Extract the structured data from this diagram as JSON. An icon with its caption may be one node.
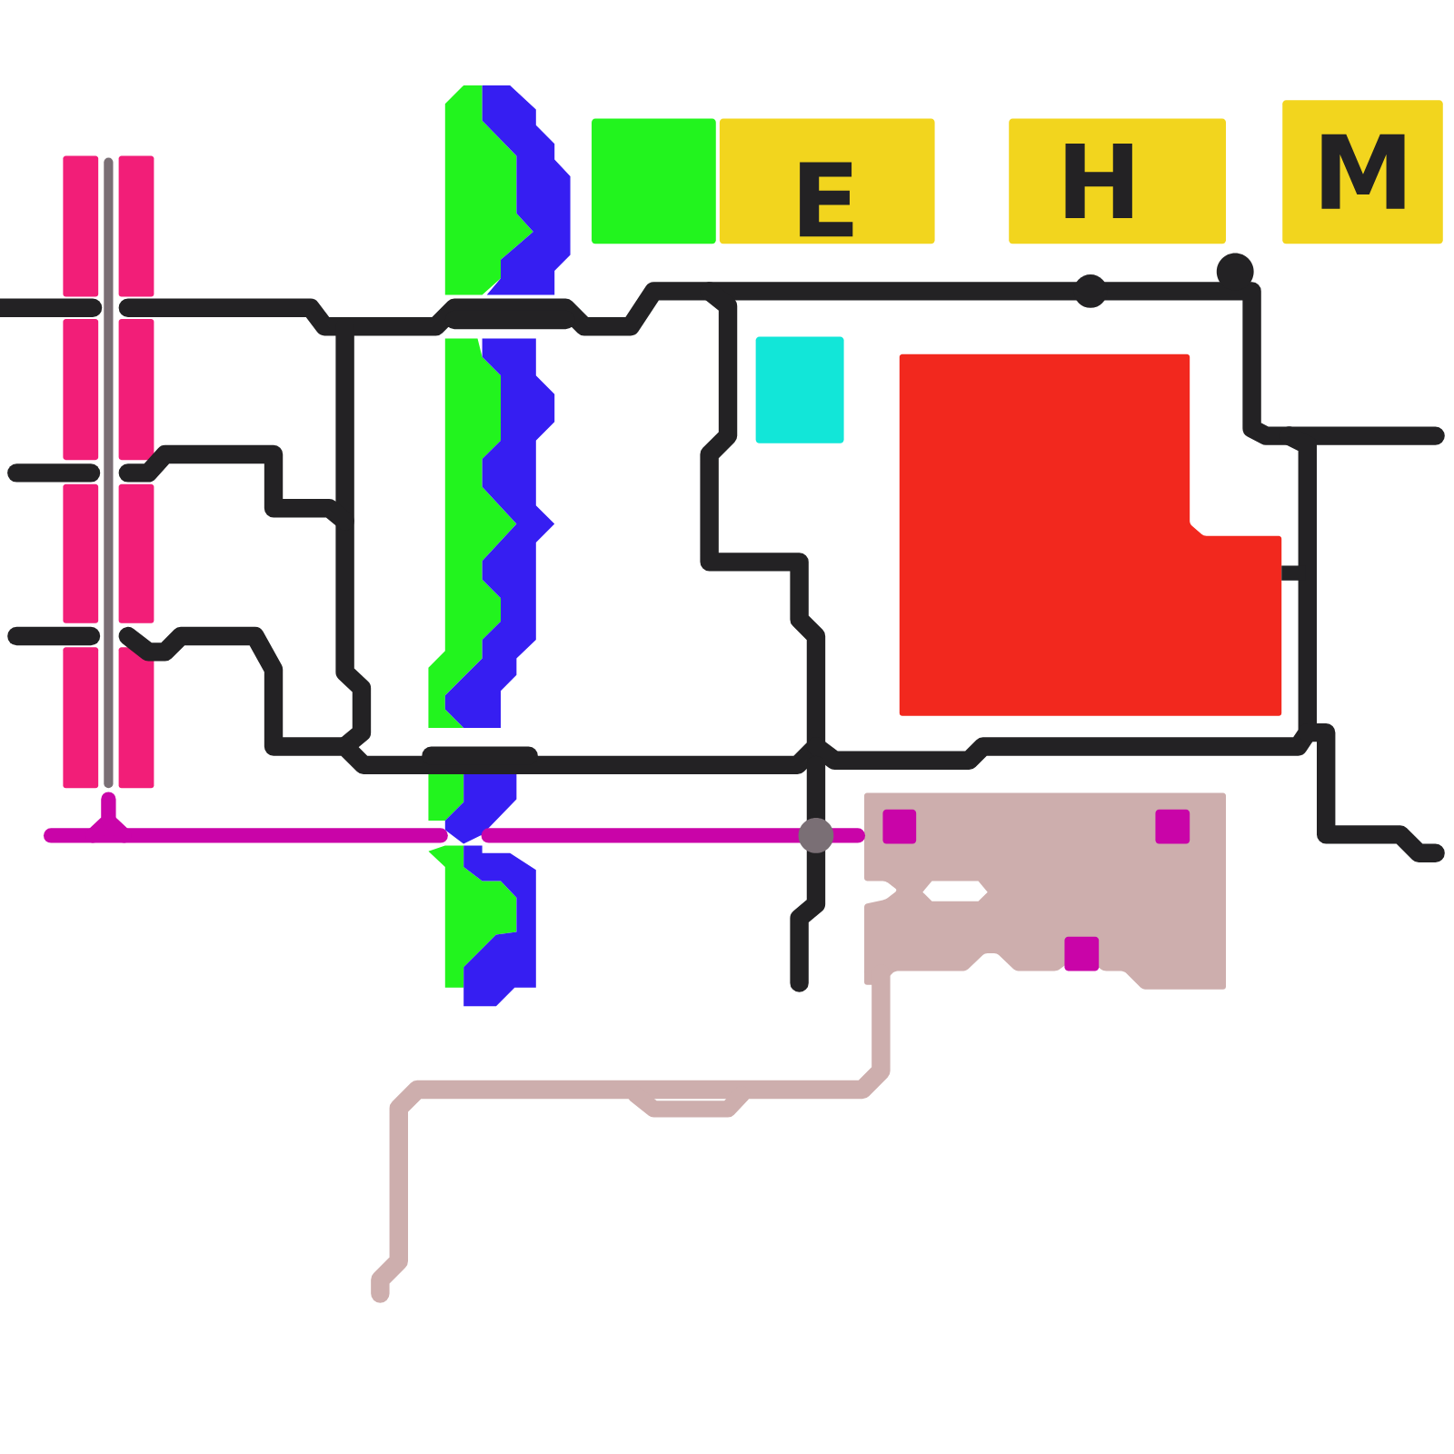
{
  "diagram": {
    "labels": [
      "E",
      "H",
      "M"
    ]
  }
}
